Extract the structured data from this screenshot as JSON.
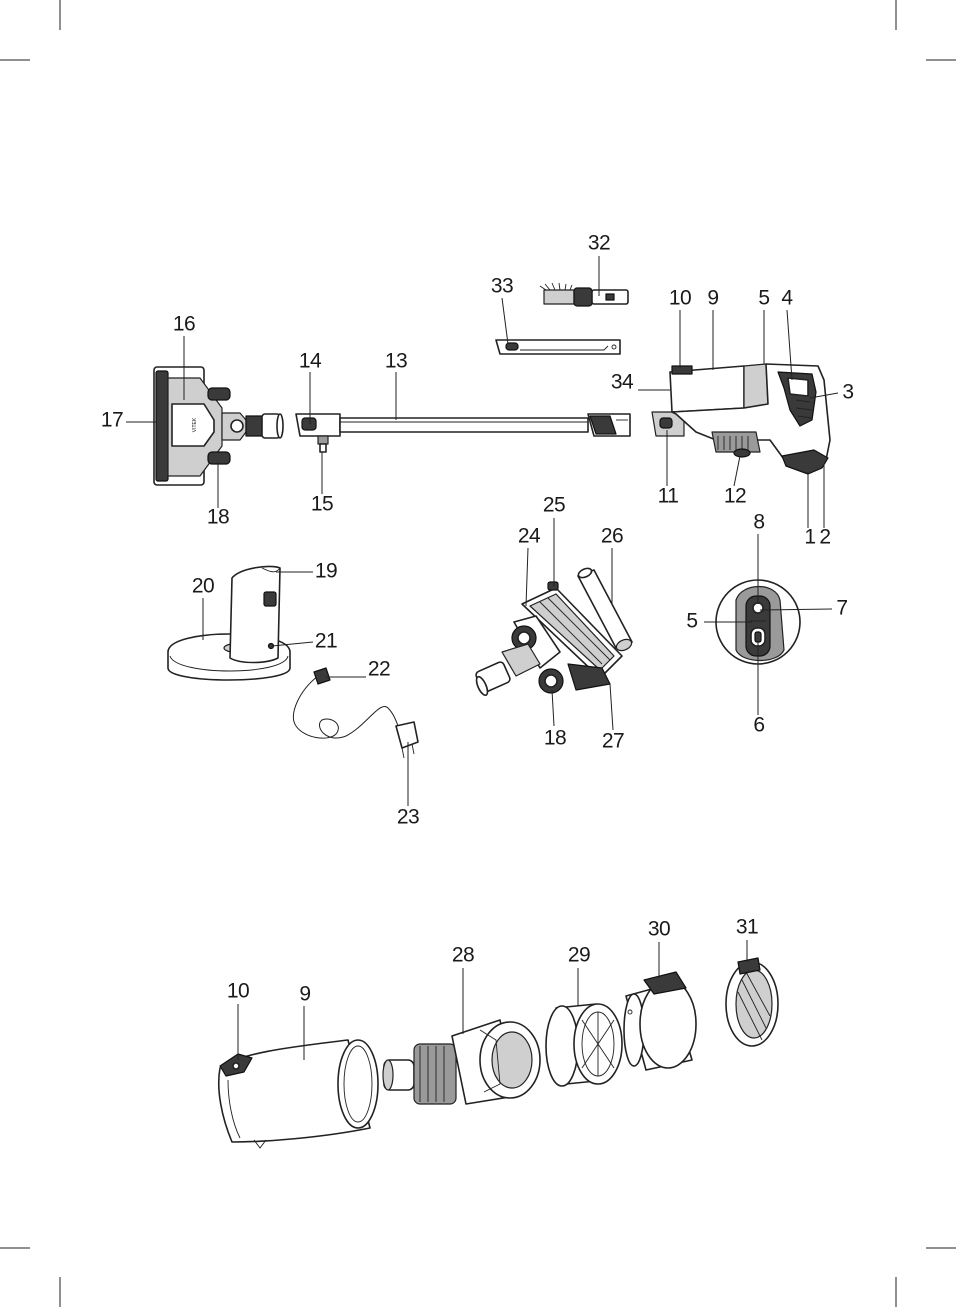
{
  "labels": [
    {
      "id": "1",
      "text": "1"
    },
    {
      "id": "2",
      "text": "2"
    },
    {
      "id": "3",
      "text": "3"
    },
    {
      "id": "4",
      "text": "4"
    },
    {
      "id": "5a",
      "text": "5"
    },
    {
      "id": "5b",
      "text": "5"
    },
    {
      "id": "6",
      "text": "6"
    },
    {
      "id": "7",
      "text": "7"
    },
    {
      "id": "8",
      "text": "8"
    },
    {
      "id": "9a",
      "text": "9"
    },
    {
      "id": "9b",
      "text": "9"
    },
    {
      "id": "10a",
      "text": "10"
    },
    {
      "id": "10b",
      "text": "10"
    },
    {
      "id": "11",
      "text": "11"
    },
    {
      "id": "12",
      "text": "12"
    },
    {
      "id": "13",
      "text": "13"
    },
    {
      "id": "14",
      "text": "14"
    },
    {
      "id": "15",
      "text": "15"
    },
    {
      "id": "16",
      "text": "16"
    },
    {
      "id": "17",
      "text": "17"
    },
    {
      "id": "18a",
      "text": "18"
    },
    {
      "id": "18b",
      "text": "18"
    },
    {
      "id": "19",
      "text": "19"
    },
    {
      "id": "20",
      "text": "20"
    },
    {
      "id": "21",
      "text": "21"
    },
    {
      "id": "22",
      "text": "22"
    },
    {
      "id": "23",
      "text": "23"
    },
    {
      "id": "24",
      "text": "24"
    },
    {
      "id": "25",
      "text": "25"
    },
    {
      "id": "26",
      "text": "26"
    },
    {
      "id": "27",
      "text": "27"
    },
    {
      "id": "28",
      "text": "28"
    },
    {
      "id": "29",
      "text": "29"
    },
    {
      "id": "30",
      "text": "30"
    },
    {
      "id": "31",
      "text": "31"
    },
    {
      "id": "32",
      "text": "32"
    },
    {
      "id": "33",
      "text": "33"
    },
    {
      "id": "34",
      "text": "34"
    }
  ],
  "brand_mark": "VITEK",
  "icons": [
    "vacuum-floor-brush",
    "extension-tube",
    "handheld-unit",
    "crevice-tool",
    "brush-tool",
    "charging-dock",
    "power-cord",
    "turbo-brush",
    "control-panel",
    "dust-container",
    "cyclone-filter",
    "hepa-filter",
    "filter-cover",
    "rear-grille"
  ]
}
